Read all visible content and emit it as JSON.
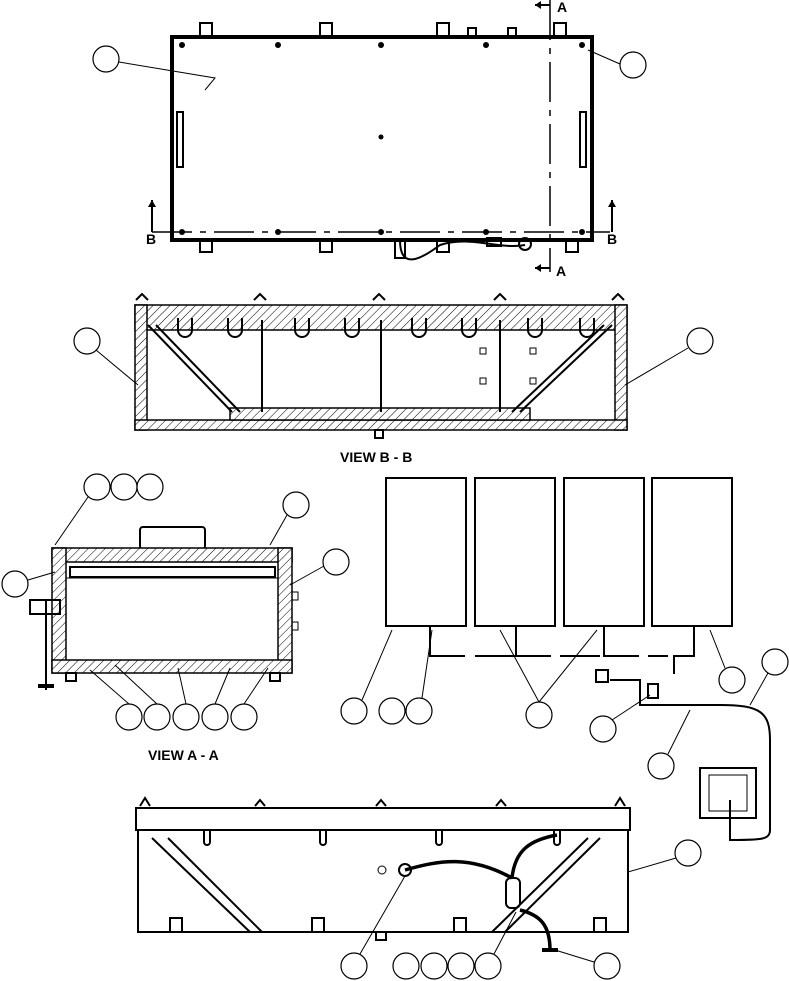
{
  "views": {
    "view_bb": "VIEW B - B",
    "view_aa": "VIEW A - A"
  },
  "section_marks": {
    "a_top": "A",
    "a_bottom": "A",
    "b_left": "B",
    "b_right": "B"
  }
}
